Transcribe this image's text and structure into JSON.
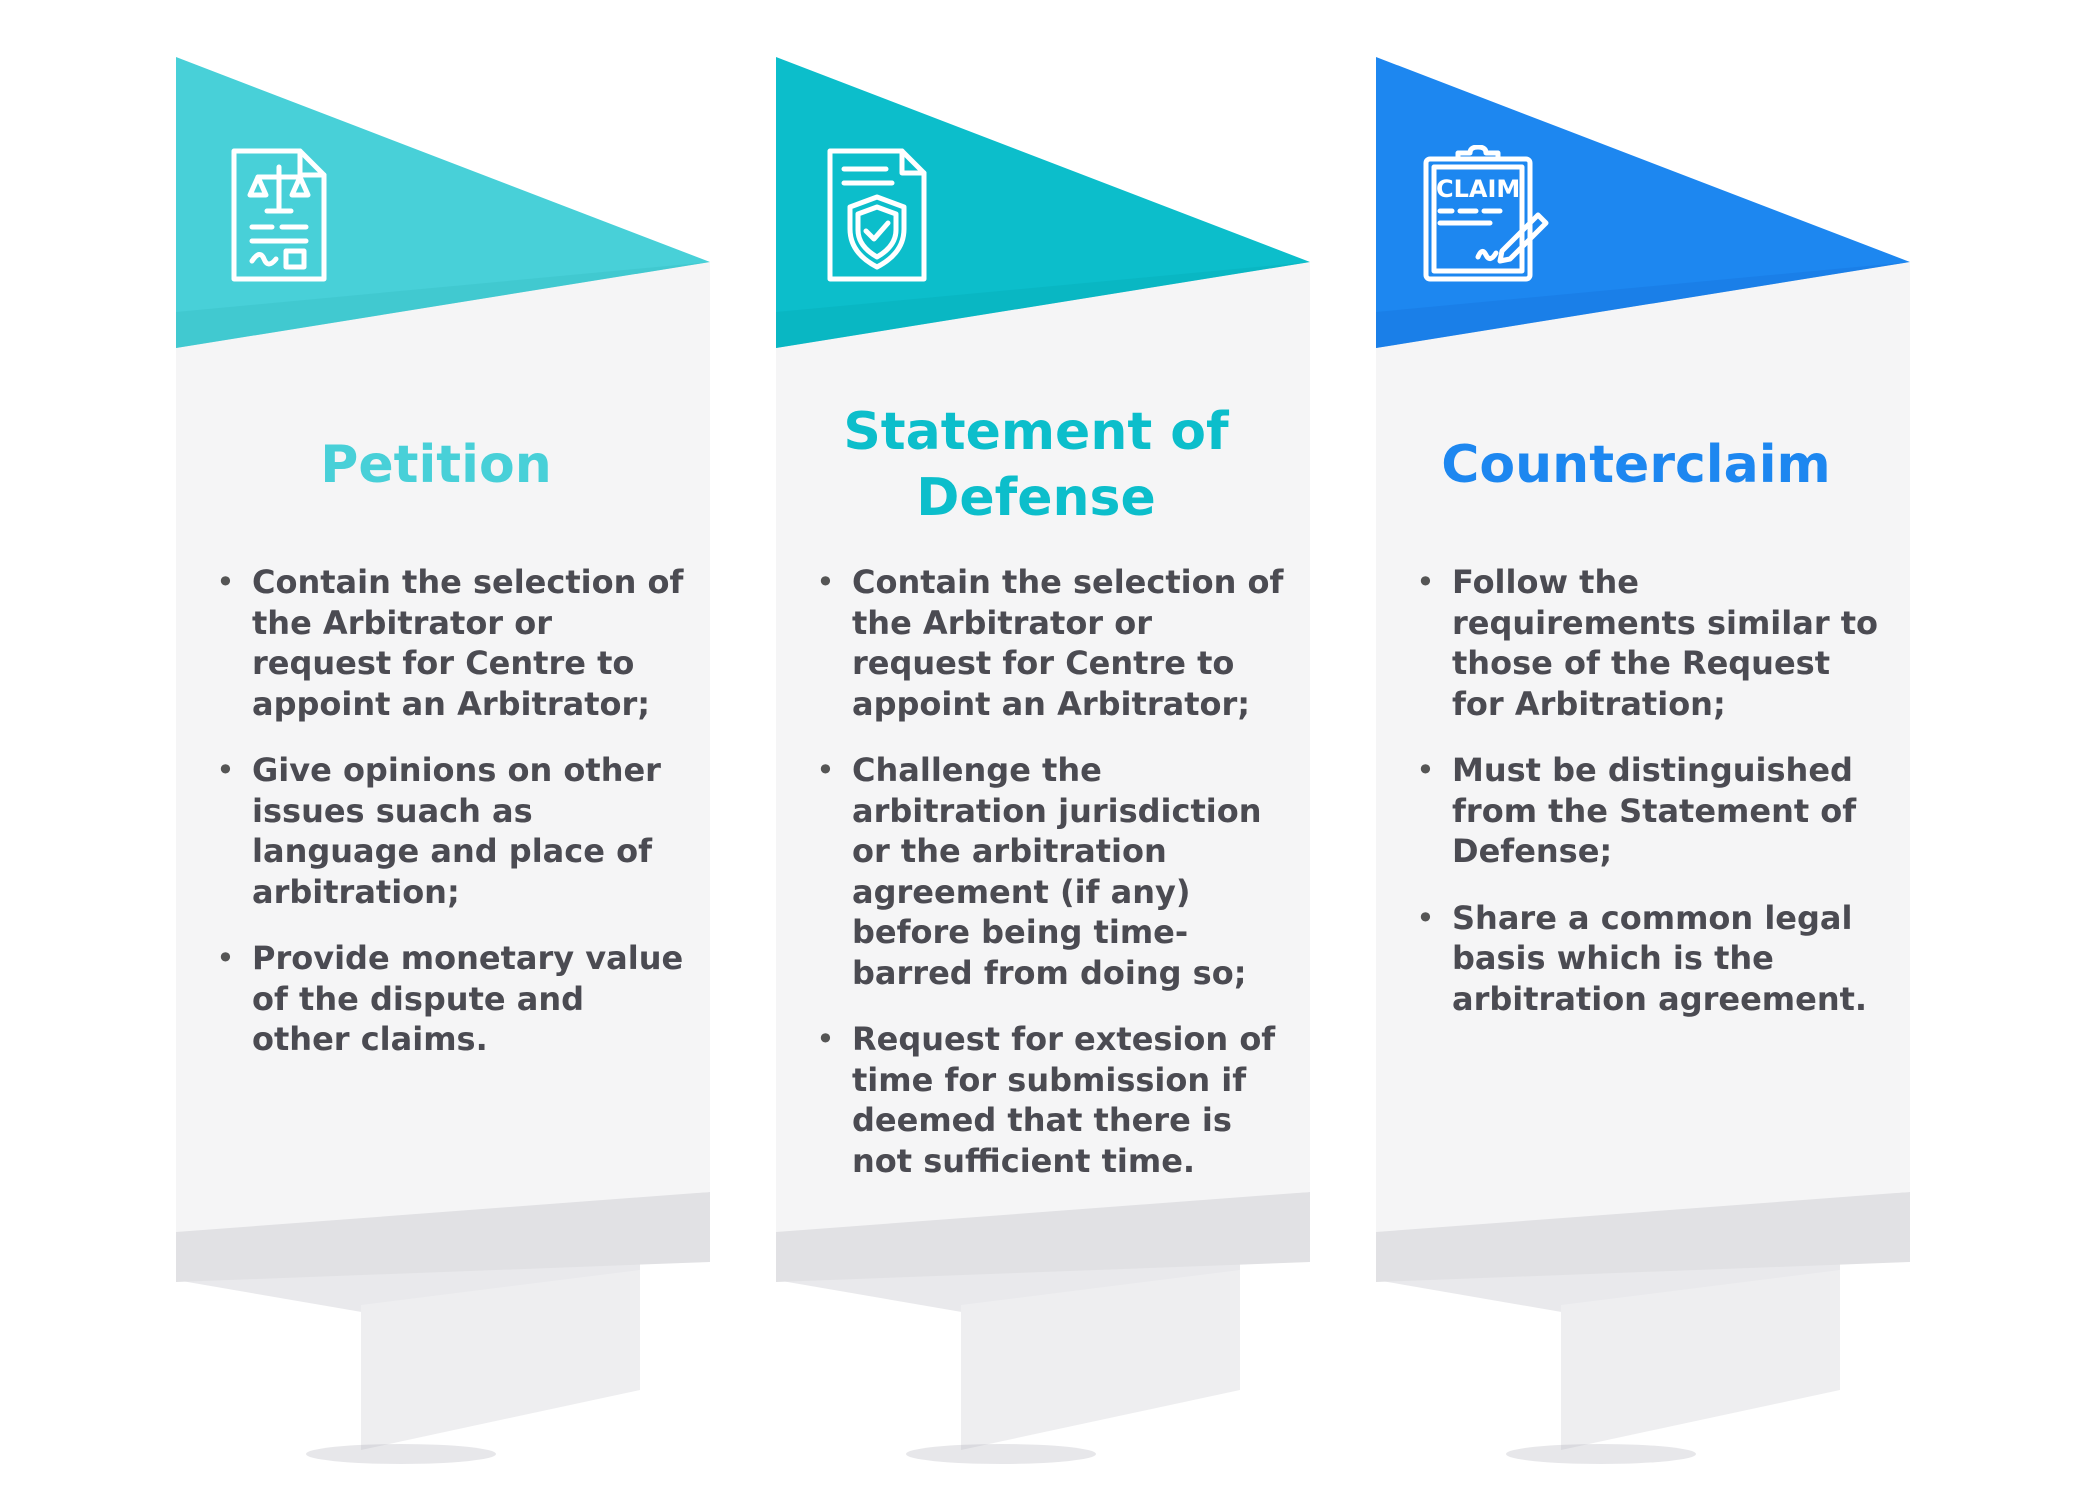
{
  "panels": [
    {
      "id": "petition",
      "icon": "legal-document-scales-icon",
      "color": "#48d0d8",
      "color_dark": "#3cc3cb",
      "title_lines": [
        "Petition"
      ],
      "items": [
        "Contain the selection of the Arbitrator or request for Centre to appoint an Arbitrator;",
        "Give opinions on other issues suach as language and place of arbitration;",
        "Provide monetary value of the dispute and other claims."
      ]
    },
    {
      "id": "statement-of-defense",
      "icon": "shield-document-icon",
      "color": "#0cbecb",
      "color_dark": "#08b0bd",
      "title_lines": [
        "Statement of",
        "Defense"
      ],
      "items": [
        "Contain the selection of the Arbitrator or request for Centre to appoint an Arbitrator;",
        "Challenge the arbitration jurisdiction or the arbitration agreement (if any) before being time-barred from doing so;",
        "Request for extesion of time for submission if deemed that there is not sufficient time."
      ]
    },
    {
      "id": "counterclaim",
      "icon": "claim-clipboard-icon",
      "icon_text": "CLAIM",
      "color": "#1d87f0",
      "color_dark": "#1879e2",
      "title_lines": [
        "Counterclaim"
      ],
      "items": [
        "Follow the requirements similar to those of the Request for Arbitration;",
        "Must be distinguished from the Statement of Defense;",
        "Share a common legal basis which is the arbitration agreement."
      ]
    }
  ]
}
